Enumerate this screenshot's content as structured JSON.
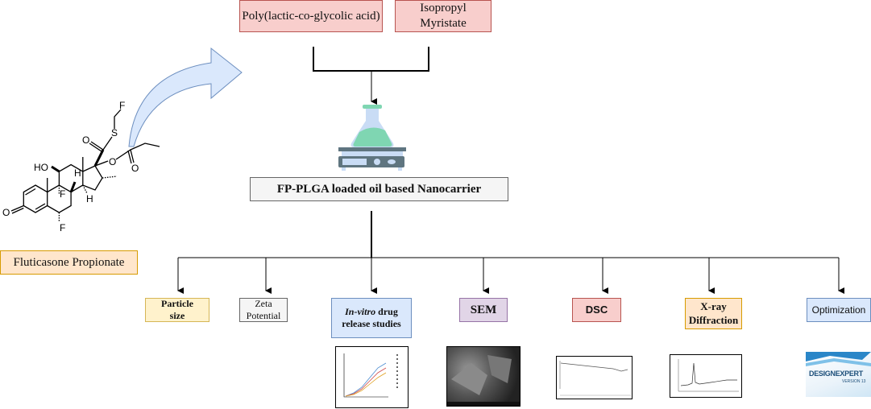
{
  "inputs": {
    "polymer": "Poly(lactic-co-glycolic acid)",
    "oil": "Isopropyl Myristate",
    "drug": "Fluticasone Propionate"
  },
  "product": "FP-PLGA loaded oil based Nanocarrier",
  "characterization": {
    "particle_size": "Particle size",
    "zeta": "Zeta Potential",
    "invitro_italic": "In-vitro",
    "invitro_rest": "drug release studies",
    "sem": "SEM",
    "dsc": "DSC",
    "xrd": "X-ray Diffraction",
    "optimization": "Optimization"
  },
  "molecule": {
    "atoms": {
      "ho": "HO",
      "f9": "F",
      "f6": "F",
      "h8": "H",
      "h14": "H",
      "o3": "O",
      "s": "S",
      "fch2": "F",
      "o_thio": "O",
      "o_ester": "O",
      "o_carb": "O"
    }
  },
  "logo_text": {
    "design_expert": "DESIGNEXPERT",
    "version": "VERSION 13"
  },
  "colors": {
    "red": "#f8cecc",
    "gray": "#f5f5f5",
    "yellow": "#fff2cc",
    "blue": "#dae8fc",
    "purple": "#e1d5e7",
    "orange": "#ffe6cc",
    "flask_green": "#7fd6b2",
    "arrow_fill": "#dae8fc"
  }
}
